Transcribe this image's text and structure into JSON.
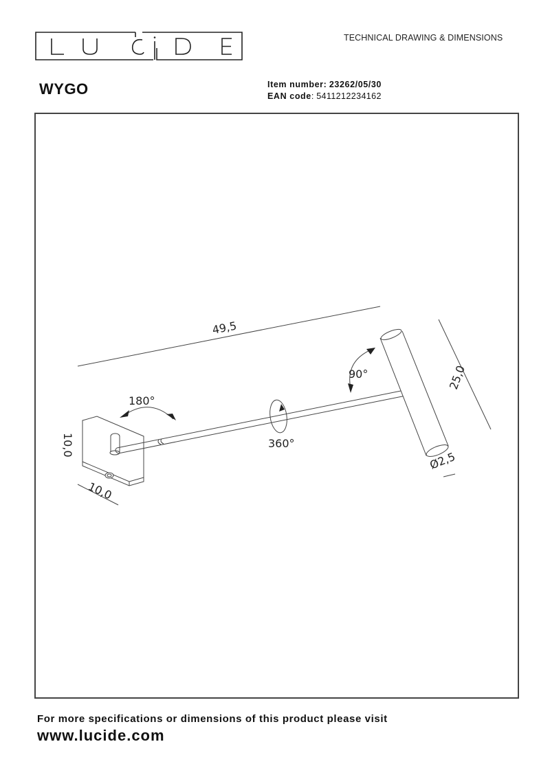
{
  "header": {
    "brand": "LUCIDE",
    "brand_letters": [
      "L",
      "U",
      "C",
      "I",
      "D",
      "E"
    ],
    "doc_type": "TECHNICAL DRAWING & DIMENSIONS"
  },
  "product": {
    "name": "WYGO",
    "item_number_label": "Item number:",
    "item_number": "23262/05/30",
    "ean_label": "EAN code",
    "ean_separator": ":",
    "ean": "5411212234162"
  },
  "drawing": {
    "dimensions": {
      "total_length": "49,5",
      "head_length": "25,0",
      "head_diameter": "Ø2,5",
      "base_height": "10,0",
      "base_width": "10,0"
    },
    "rotations": {
      "base_swivel": "180°",
      "arm_rotation": "360°",
      "head_tilt": "90°"
    },
    "line_color": "#444444",
    "frame_color": "#444444"
  },
  "footer": {
    "text": "For more specifications or dimensions of this product please visit",
    "url": "www.lucide.com"
  }
}
